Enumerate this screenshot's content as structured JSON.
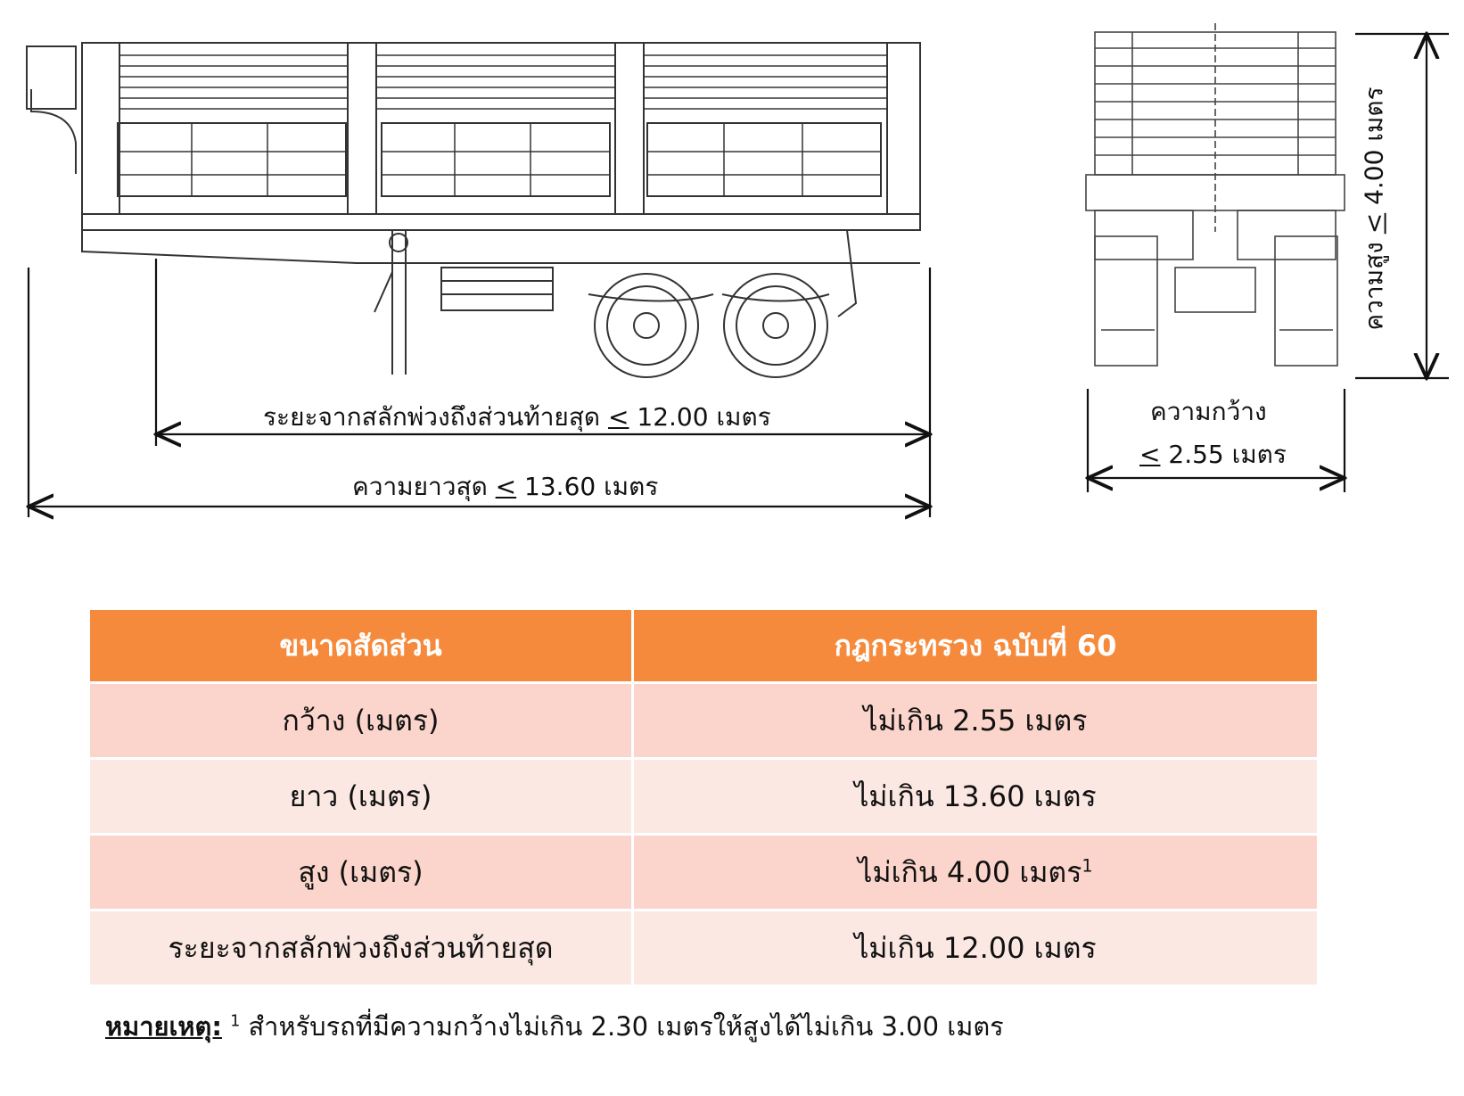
{
  "dimensions": {
    "kingpin_label": "ระยะจากสลักพ่วงถึงส่วนท้ายสุด",
    "kingpin_symbol": "<",
    "kingpin_value": "12.00 เมตร",
    "length_label": "ความยาวสุด",
    "length_symbol": "<",
    "length_value": "13.60 เมตร",
    "width_label": "ความกว้าง",
    "width_symbol": "<",
    "width_value": "2.55 เมตร",
    "height_label": "ความสูง",
    "height_symbol": "<",
    "height_value": "4.00 เมตร"
  },
  "table": {
    "headers": [
      "ขนาดสัดส่วน",
      "กฎกระทรวง ฉบับที่ 60"
    ],
    "rows": [
      {
        "param": "กว้าง (เมตร)",
        "limit": "ไม่เกิน 2.55 เมตร",
        "sup": ""
      },
      {
        "param": "ยาว (เมตร)",
        "limit": "ไม่เกิน 13.60 เมตร",
        "sup": ""
      },
      {
        "param": "สูง (เมตร)",
        "limit": "ไม่เกิน 4.00 เมตร",
        "sup": "1"
      },
      {
        "param": "ระยะจากสลักพ่วงถึงส่วนท้ายสุด",
        "limit": "ไม่เกิน 12.00 เมตร",
        "sup": ""
      }
    ]
  },
  "note": {
    "label": "หมายเหตุ:",
    "sup": "1",
    "text": "สำหรับรถที่มีความกว้างไม่เกิน 2.30 เมตรให้สูงได้ไม่เกิน 3.00 เมตร"
  },
  "colors": {
    "header_bg": "#f58a3c",
    "row_odd_bg": "#fbd5cb",
    "row_even_bg": "#fce8e3"
  }
}
